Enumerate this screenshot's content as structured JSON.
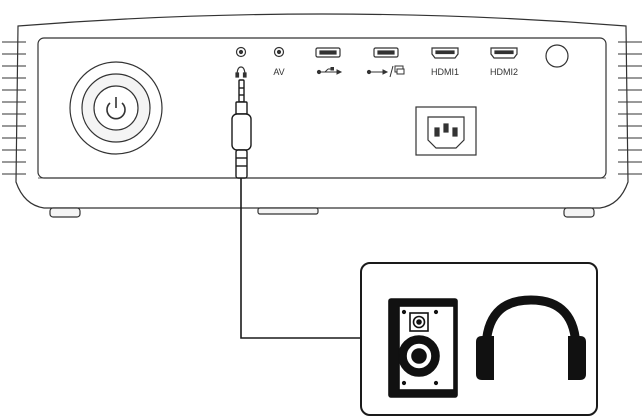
{
  "projector": {
    "ports": {
      "headphone_symbol": "🎧",
      "av_label": "AV",
      "hdmi1_label": "HDMI1",
      "hdmi2_label": "HDMI2"
    },
    "icons": [
      "power-icon",
      "headphone-port-icon",
      "usb-icon",
      "usb-display-icon",
      "hdmi-port-icon",
      "ir-sensor-icon"
    ]
  },
  "devices": {
    "icons": [
      "speaker-icon",
      "headphones-icon"
    ]
  },
  "colors": {
    "line": "#333333",
    "frame": "#1a1a1a",
    "fill_dark": "#111111",
    "fill_light": "#f4f4f4"
  }
}
